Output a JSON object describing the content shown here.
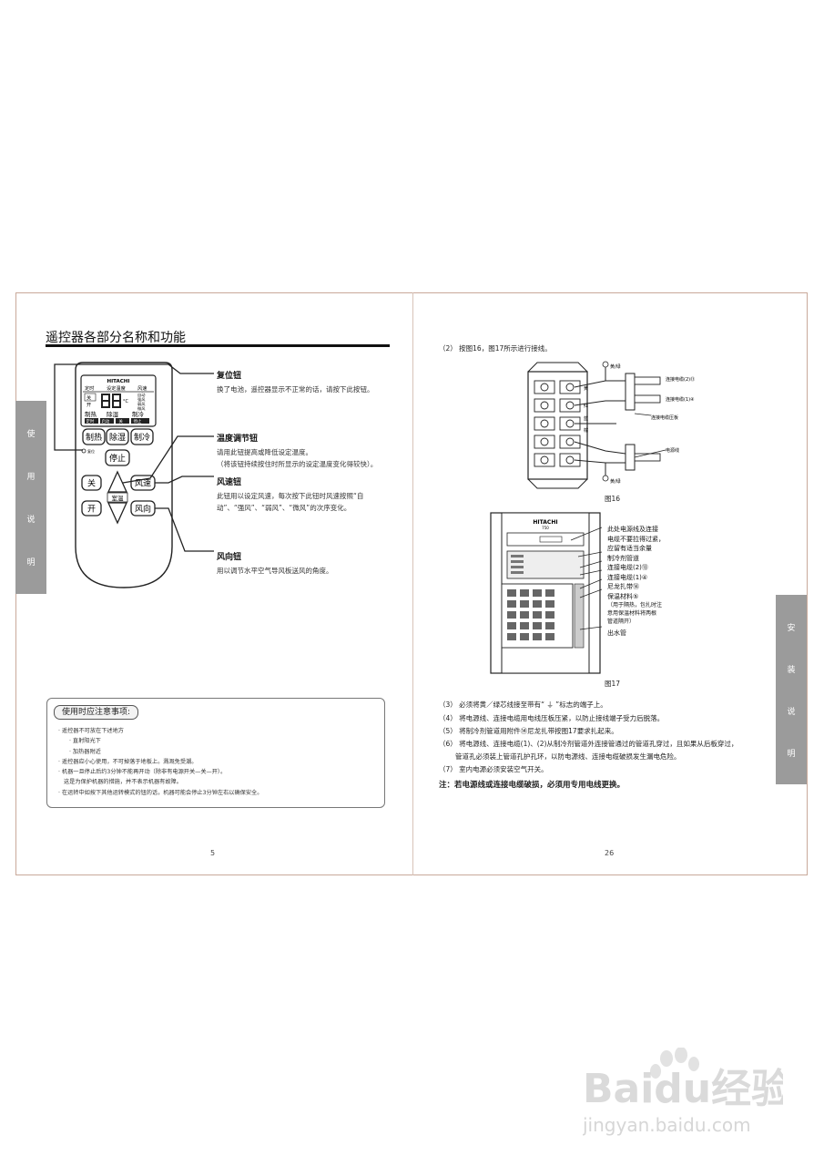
{
  "left_page": {
    "title": "遥控器各部分名称和功能",
    "side_tab": [
      "使",
      "用",
      "说",
      "明"
    ],
    "remote": {
      "brand": "HITACHI",
      "lcd_top": [
        "定时",
        "设定温度",
        "风速"
      ],
      "lcd_left": [
        "关",
        "开"
      ],
      "lcd_right": [
        "自动",
        "强风",
        "弱风",
        "微风"
      ],
      "lcd_modes": [
        "制热",
        "除湿",
        "制冷"
      ],
      "lcd_bottom": [
        "定时",
        "启动",
        "关",
        "停止"
      ],
      "reset_label": "复位",
      "buttons": {
        "heat": "制热",
        "dehumid": "除湿",
        "cool": "制冷",
        "stop": "停止",
        "off": "关",
        "on": "开",
        "fan_speed": "风速",
        "fan_dir": "风向",
        "temp": "室温"
      }
    },
    "labels": [
      {
        "heading": "复位钮",
        "lines": [
          "换了电池，遥控器显示不正常的话，请按下此按钮。"
        ]
      },
      {
        "heading": "温度调节钮",
        "lines": [
          "请用此钮提高或降低设定温度。",
          "（将该钮持续按住时所显示的设定温度变化得较快）。"
        ]
      },
      {
        "heading": "风速钮",
        "lines": [
          "此钮用以设定风速，每次按下此钮时风速按照“自",
          "动”、“强风”、“弱风”、“微风”的次序变化。"
        ]
      },
      {
        "heading": "风向钮",
        "lines": [
          "用以调节水平空气导风板送风的角度。"
        ]
      }
    ],
    "caution": {
      "heading": "使用时应注意事项:",
      "items": [
        "· 遥控器不可放在下述地方",
        "· 直射阳光下",
        "· 加热器附近",
        "· 遥控器应小心使用，不可掉落于地板上。溅溉免受潮。",
        "· 机器一旦停止后约3分钟不能再开动（除非有电源开关—关—开）。",
        "这是为保护机器的措施，并不表示机器有故障。",
        "· 在运转中如按下其他运转模式的钮的话，机器可能会停止3分钟左右以确保安全。"
      ]
    },
    "page_number": "5"
  },
  "right_page": {
    "step2": "（2） 按图16，图17所示进行接线。",
    "fig16": {
      "caption": "图16",
      "labels": [
        "黄/绿",
        "连接电缆(2)⑬",
        "连接电缆(1)④",
        "连接电缆压板",
        "电源线",
        "黄/绿",
        "黄",
        "红",
        "蓝",
        "棕"
      ]
    },
    "fig17": {
      "caption": "图17",
      "brand": "HITACHI",
      "model": "750",
      "notes": [
        "此处电源线及连接",
        "电缆不要拉得过紧，",
        "应留有适当余量",
        "制冷剂管道",
        "连接电缆(2)⑬",
        "连接电缆(1)④",
        "尼龙扎带⑭",
        "保温材料⑤",
        "（用于隔热，包扎时注",
        "意用保温材料将两根",
        "管道隔开）",
        "出水管"
      ]
    },
    "steps": [
      {
        "text": "（3） 必须将黄／绿芯线接至带有“ ⏚ ”标志的端子上。",
        "bold": false
      },
      {
        "text": "（4） 将电源线、连接电缆用电线压板压紧，以防止接线端子受力后脱落。",
        "bold": false
      },
      {
        "text": "（5） 将制冷剂管道用附件⑭尼龙扎带按图17要求扎起来。",
        "bold": false
      },
      {
        "text": "（6） 将电源线、连接电缆(1)、(2)从制冷剂管道外连接管通过的管道孔穿过，且如果从后板穿过，",
        "bold": false
      },
      {
        "text": "管道孔必须装上管道孔护孔环，以防电源线、连接电缆破损发生漏电危险。",
        "bold": false
      },
      {
        "text": "（7） 室内电源必须安装空气开关。",
        "bold": false
      },
      {
        "text": "注：若电源线或连接电缆破损，必须用专用电线更换。",
        "bold": true
      }
    ],
    "side_tab": [
      "安",
      "装",
      "说",
      "明"
    ],
    "page_number": "26"
  },
  "watermark": {
    "logo": "Baidu经验",
    "url": "jingyan.baidu.com"
  }
}
